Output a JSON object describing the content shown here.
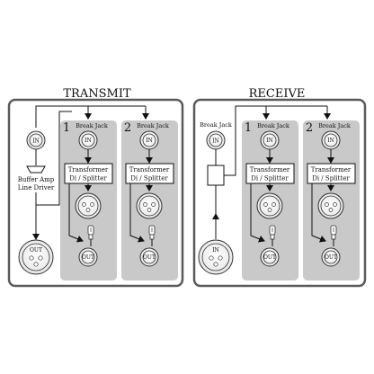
{
  "transmit": {
    "title": "TRANSMIT",
    "input": {
      "label": "IN"
    },
    "buffer": {
      "line1": "Buffer Amp",
      "line2": "Line Driver"
    },
    "output": {
      "label": "OUT"
    },
    "channels": [
      {
        "number": "1",
        "break_jack": "Break Jack",
        "in": "IN",
        "transformer_line1": "Transformer",
        "transformer_line2": "Di / Splitter",
        "out": "OUT"
      },
      {
        "number": "2",
        "break_jack": "Break Jack",
        "in": "IN",
        "transformer_line1": "Transformer",
        "transformer_line2": "Di / Splitter",
        "out": "OUT"
      }
    ]
  },
  "receive": {
    "title": "RECEIVE",
    "break_jack": "Break Jack",
    "break_in": "IN",
    "input": {
      "label": "IN"
    },
    "channels": [
      {
        "number": "1",
        "break_jack": "Break Jack",
        "in": "IN",
        "transformer_line1": "Transformer",
        "transformer_line2": "Di / Splitter",
        "out": "OUT"
      },
      {
        "number": "2",
        "break_jack": "Break Jack",
        "in": "IN",
        "transformer_line1": "Transformer",
        "transformer_line2": "Di / Splitter",
        "out": "OUT"
      }
    ]
  },
  "colors": {
    "panel_stroke": "#5a5a5a",
    "channel_fill": "#c9c9c9",
    "line": "#111111",
    "background": "#ffffff"
  }
}
